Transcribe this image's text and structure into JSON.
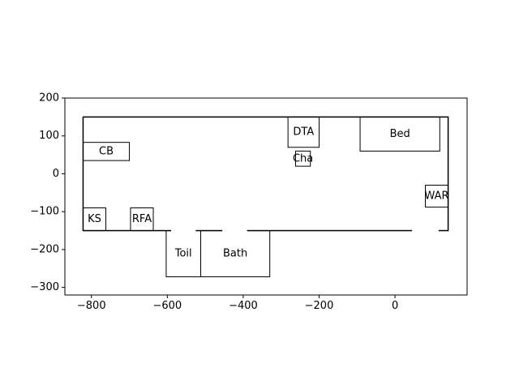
{
  "chart_data": {
    "type": "floor-plan",
    "xlim": [
      -870,
      190
    ],
    "ylim": [
      -320,
      200
    ],
    "xticks": [
      -800,
      -600,
      -400,
      -200,
      0
    ],
    "yticks": [
      -300,
      -200,
      -100,
      0,
      100,
      200
    ],
    "xtick_labels": [
      "−800",
      "−600",
      "−400",
      "−200",
      "0"
    ],
    "ytick_labels": [
      "−300",
      "−200",
      "−100",
      "0",
      "100",
      "200"
    ],
    "grid": false,
    "colors": {
      "line": "#000000",
      "background": "#ffffff"
    },
    "boundary": {
      "x0": -822,
      "x1": 140,
      "y0": -150,
      "y1": 150
    },
    "doors": [
      {
        "x0": -590,
        "x1": -525,
        "y": -150
      },
      {
        "x0": -455,
        "x1": -390,
        "y": -150
      },
      {
        "x0": 45,
        "x1": 115,
        "y": -150
      }
    ],
    "rooms": [
      {
        "label": "CB",
        "x0": -822,
        "x1": -700,
        "y0": 35,
        "y1": 83
      },
      {
        "label": "DTA",
        "x0": -282,
        "x1": -200,
        "y0": 70,
        "y1": 150
      },
      {
        "label": "Cha",
        "x0": -262,
        "x1": -223,
        "y0": 20,
        "y1": 60
      },
      {
        "label": "Bed",
        "x0": -92,
        "x1": 118,
        "y0": 60,
        "y1": 150
      },
      {
        "label": "WAR",
        "x0": 80,
        "x1": 140,
        "y0": -88,
        "y1": -30
      },
      {
        "label": "KS",
        "x0": -822,
        "x1": -762,
        "y0": -150,
        "y1": -90
      },
      {
        "label": "RFA",
        "x0": -697,
        "x1": -637,
        "y0": -150,
        "y1": -90
      },
      {
        "label": "Toil",
        "x0": -603,
        "x1": -512,
        "y0": -272,
        "y1": -150
      },
      {
        "label": "Bath",
        "x0": -512,
        "x1": -330,
        "y0": -272,
        "y1": -150
      }
    ]
  }
}
